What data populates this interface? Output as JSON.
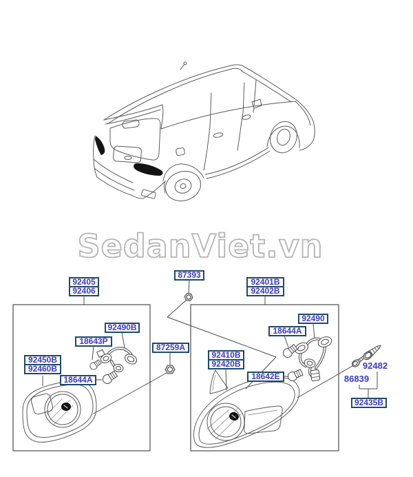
{
  "watermark": "SedanViet.vn",
  "colors": {
    "label_text": "#3a38d2",
    "label_border": "#1c4a66",
    "label_bg": "#ffffff",
    "line": "#4c4c4c",
    "art_line": "#5a5a5a",
    "lamp_fill": "#141414",
    "watermark": "#b4b4b4"
  },
  "parts": {
    "p92405": "92405",
    "p92406": "92406",
    "p87393": "87393",
    "p92401B": "92401B",
    "p92402B": "92402B",
    "p92490B": "92490B",
    "p18643P": "18643P",
    "p87259A": "87259A",
    "p92450B": "92450B",
    "p92460B": "92460B",
    "p18644A_left": "18644A",
    "p92490": "92490",
    "p18644A_right": "18644A",
    "p92410B": "92410B",
    "p92420B": "92420B",
    "p18642E": "18642E",
    "p92482": "92482",
    "p86839": "86839",
    "p92435B": "92435B"
  }
}
